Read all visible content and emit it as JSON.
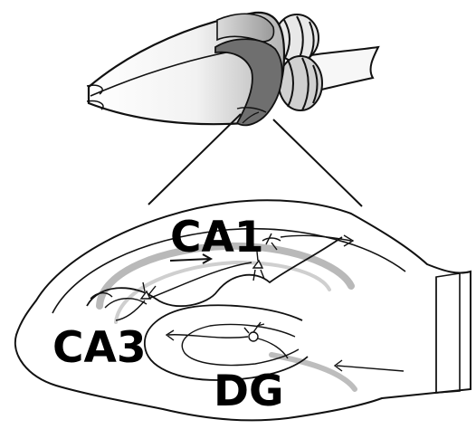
{
  "labels": {
    "ca1": "CA1",
    "ca3": "CA3",
    "dg": "DG"
  }
}
